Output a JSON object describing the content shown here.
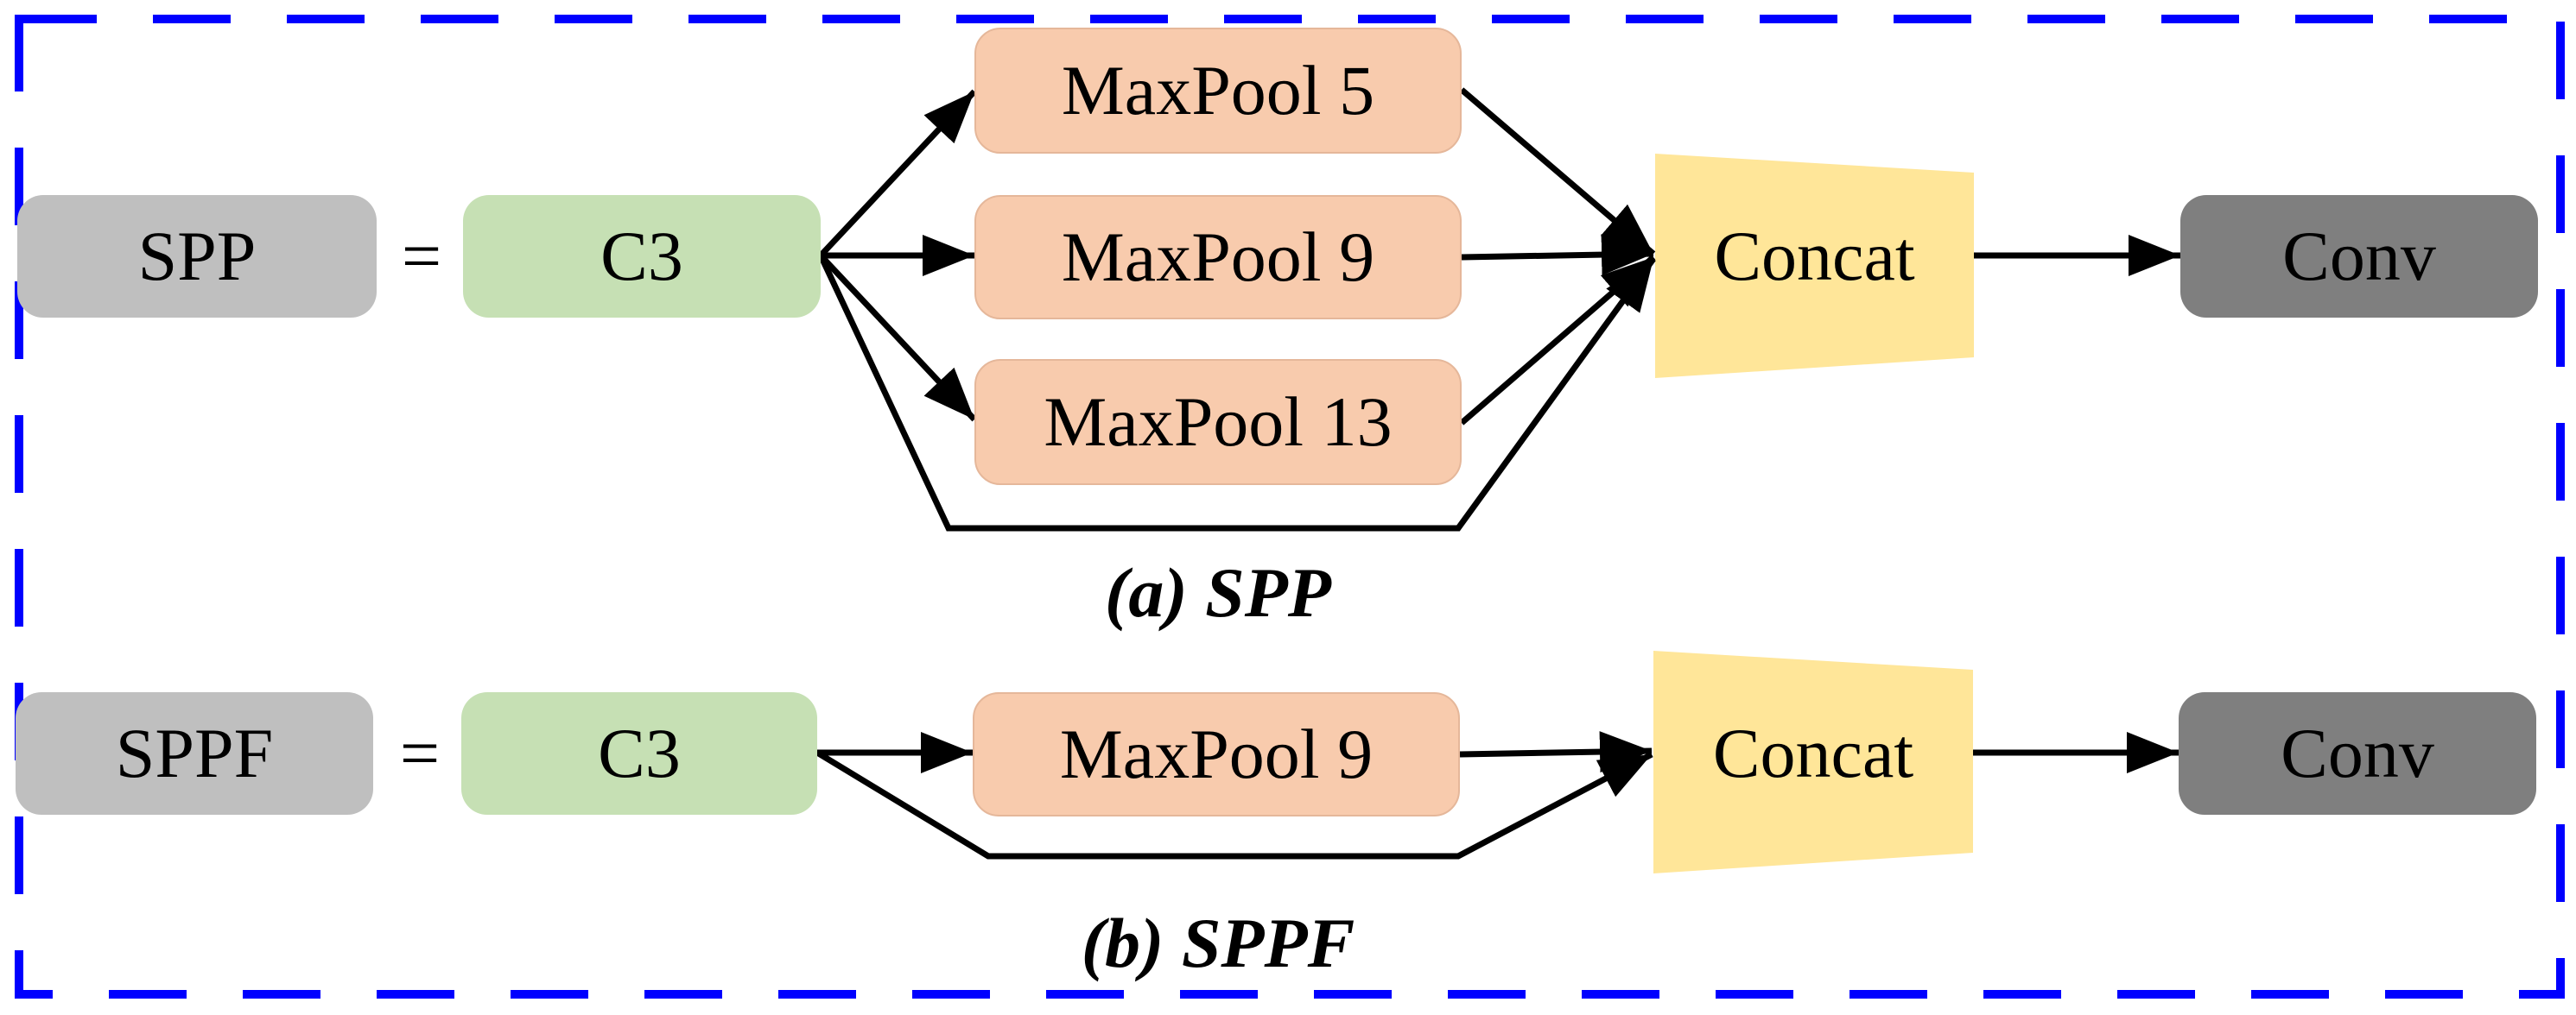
{
  "colors": {
    "frame": "#0000ff",
    "module": "#bfbfbf",
    "c3": "#c6e0b4",
    "maxpool": "#f8cbad",
    "concat": "#ffe699",
    "conv": "#7f7f7f",
    "arrow": "#000000"
  },
  "spp": {
    "module_label": "SPP",
    "equals": "=",
    "c3_label": "C3",
    "pools": [
      "MaxPool 5",
      "MaxPool 9",
      "MaxPool 13"
    ],
    "concat_label": "Concat",
    "conv_label": "Conv",
    "caption": "(a) SPP"
  },
  "sppf": {
    "module_label": "SPPF",
    "equals": "=",
    "c3_label": "C3",
    "pool_label": "MaxPool 9",
    "concat_label": "Concat",
    "conv_label": "Conv",
    "caption": "(b) SPPF"
  }
}
